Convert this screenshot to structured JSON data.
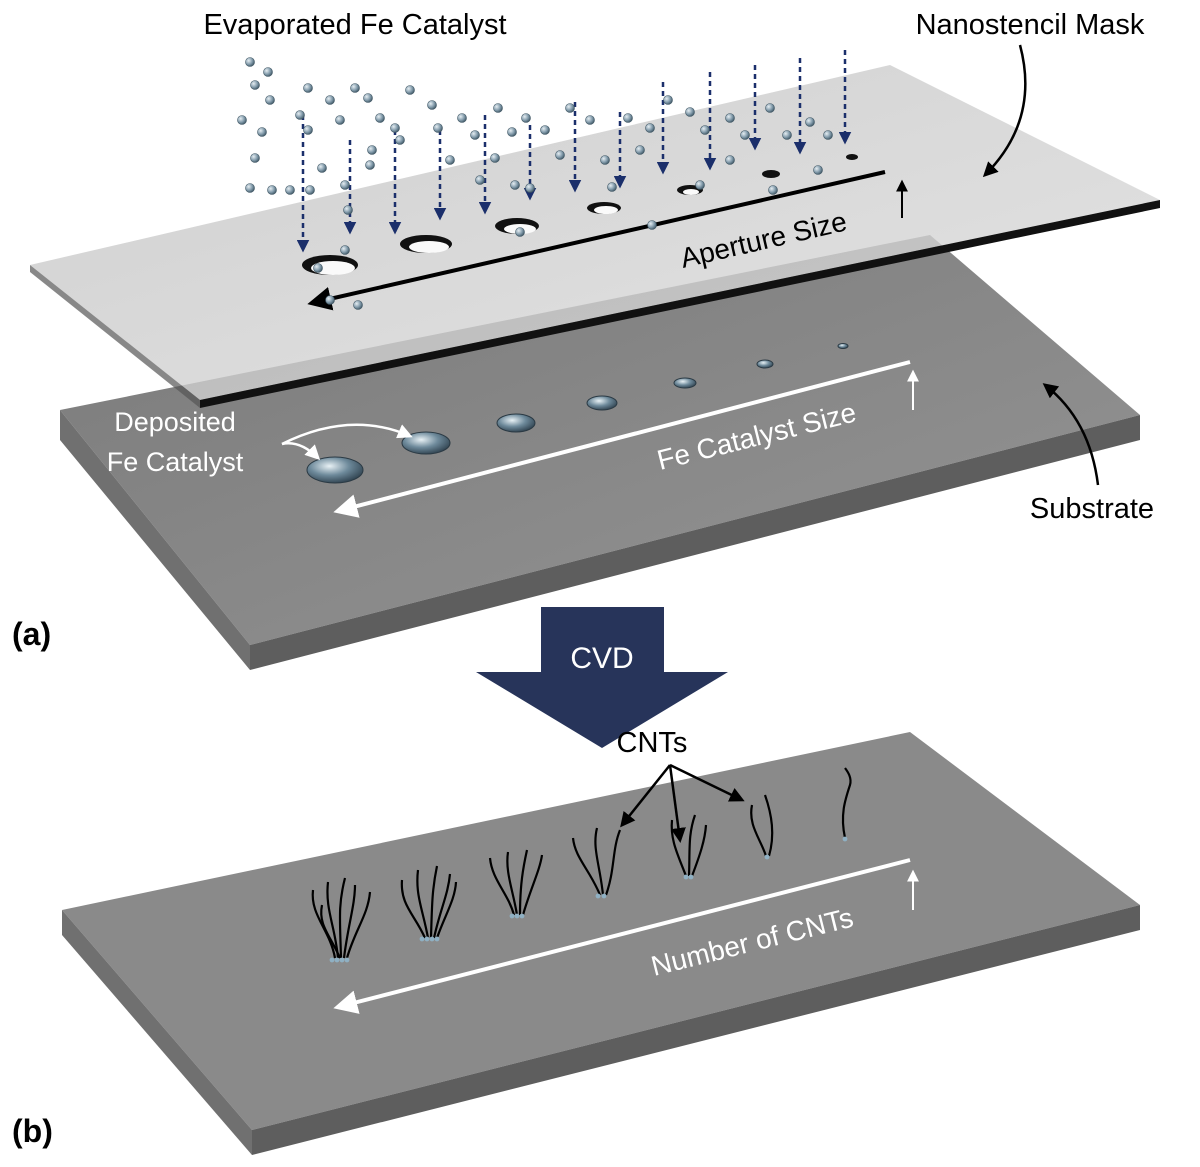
{
  "panel_a": {
    "label": "(a)",
    "evaporated_label": "Evaporated Fe Catalyst",
    "mask_label": "Nanostencil Mask",
    "aperture_label": "Aperture Size",
    "deposited_label_line1": "Deposited",
    "deposited_label_line2": "Fe Catalyst",
    "catalyst_size_label": "Fe Catalyst Size",
    "substrate_label": "Substrate"
  },
  "process_step": {
    "label": "CVD"
  },
  "panel_b": {
    "label": "(b)",
    "cnts_label": "CNTs",
    "number_label": "Number of CNTs"
  },
  "colors": {
    "mask": "#bdbdbd",
    "substrate_top": "#8a8a8a",
    "substrate_side": "#6e6e6e",
    "arrow_dark_blue": "#1b2f6b",
    "cvd_arrow": "#27345a",
    "particle": "#8fa6b5"
  }
}
